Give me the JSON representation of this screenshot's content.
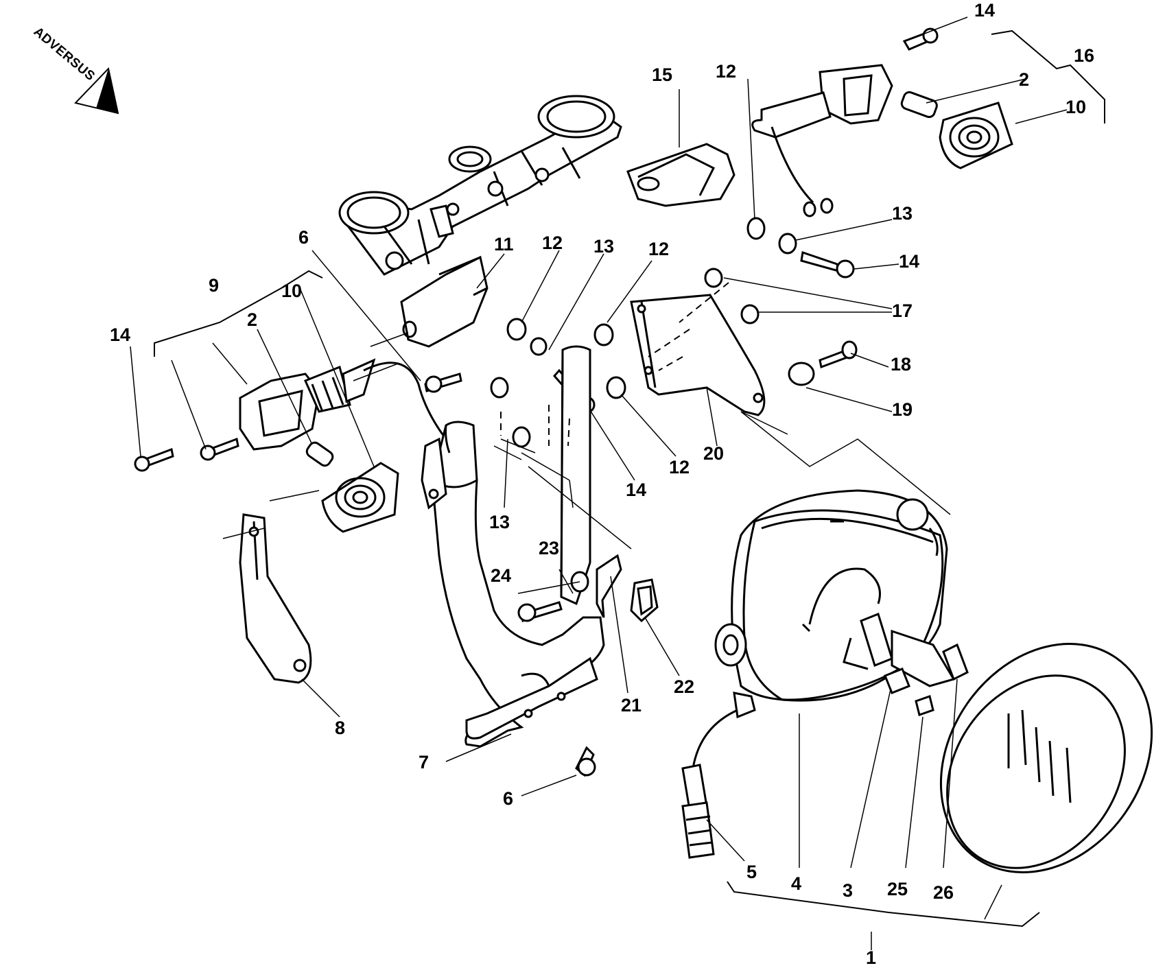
{
  "diagram": {
    "brand_mark": "ADVERSUS",
    "parts": [
      {
        "id": "p14a",
        "label": "14"
      },
      {
        "id": "p16",
        "label": "16"
      },
      {
        "id": "p2a",
        "label": "2"
      },
      {
        "id": "p10a",
        "label": "10"
      },
      {
        "id": "p15",
        "label": "15"
      },
      {
        "id": "p12a",
        "label": "12"
      },
      {
        "id": "p13a",
        "label": "13"
      },
      {
        "id": "p14b",
        "label": "14"
      },
      {
        "id": "p6a",
        "label": "6"
      },
      {
        "id": "p11",
        "label": "11"
      },
      {
        "id": "p12b",
        "label": "12"
      },
      {
        "id": "p13b",
        "label": "13"
      },
      {
        "id": "p12c",
        "label": "12"
      },
      {
        "id": "p17",
        "label": "17"
      },
      {
        "id": "p9",
        "label": "9"
      },
      {
        "id": "p10b",
        "label": "10"
      },
      {
        "id": "p2b",
        "label": "2"
      },
      {
        "id": "p14c",
        "label": "14"
      },
      {
        "id": "p18",
        "label": "18"
      },
      {
        "id": "p19",
        "label": "19"
      },
      {
        "id": "p20",
        "label": "20"
      },
      {
        "id": "p12d",
        "label": "12"
      },
      {
        "id": "p14d",
        "label": "14"
      },
      {
        "id": "p13c",
        "label": "13"
      },
      {
        "id": "p23",
        "label": "23"
      },
      {
        "id": "p24",
        "label": "24"
      },
      {
        "id": "p21",
        "label": "21"
      },
      {
        "id": "p22",
        "label": "22"
      },
      {
        "id": "p8",
        "label": "8"
      },
      {
        "id": "p7",
        "label": "7"
      },
      {
        "id": "p6b",
        "label": "6"
      },
      {
        "id": "p5",
        "label": "5"
      },
      {
        "id": "p4",
        "label": "4"
      },
      {
        "id": "p3",
        "label": "3"
      },
      {
        "id": "p25",
        "label": "25"
      },
      {
        "id": "p26",
        "label": "26"
      },
      {
        "id": "p1",
        "label": "1"
      }
    ]
  }
}
